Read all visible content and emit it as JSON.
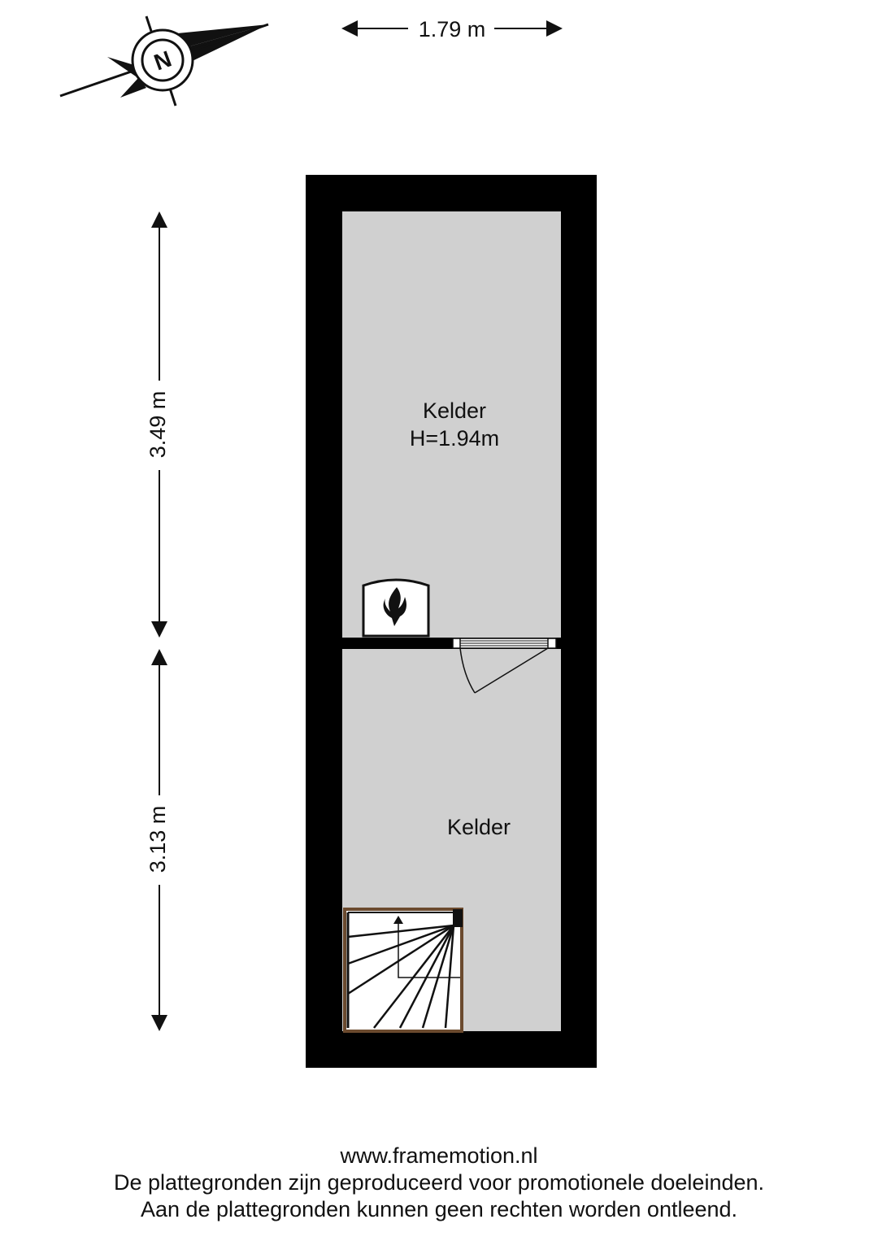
{
  "dimensions": {
    "width_label": "1.79 m",
    "upper_height_label": "3.49 m",
    "lower_height_label": "3.13 m"
  },
  "compass": {
    "north_letter": "N"
  },
  "rooms": {
    "upper": {
      "name": "Kelder",
      "height_note": "H=1.94m"
    },
    "lower": {
      "name": "Kelder"
    }
  },
  "icons": [
    "compass-icon",
    "boiler-icon",
    "door-icon",
    "staircase-icon"
  ],
  "colors": {
    "wall": "#000000",
    "floor": "#d0d0d0",
    "stair_frame": "#6b4a2e"
  },
  "footer": {
    "website": "www.framemotion.nl",
    "disclaimer_line1": "De plattegronden zijn geproduceerd voor promotionele doeleinden.",
    "disclaimer_line2": "Aan de plattegronden kunnen geen rechten worden ontleend."
  }
}
